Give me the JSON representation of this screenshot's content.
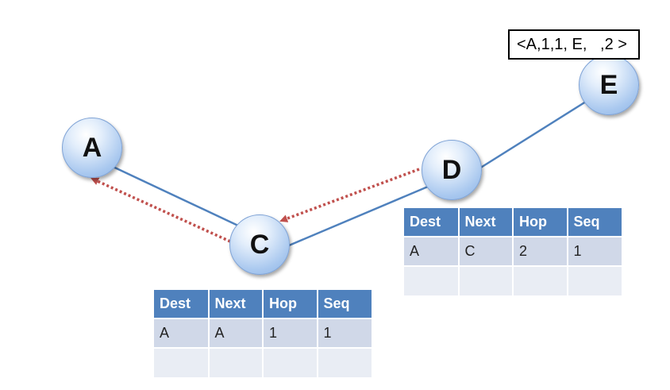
{
  "nodes": {
    "a": {
      "label": "A"
    },
    "c": {
      "label": "C"
    },
    "d": {
      "label": "D"
    },
    "e": {
      "label": "E"
    }
  },
  "message": {
    "text": "<A,1,1, E,   ,2 >"
  },
  "route_tables": {
    "c": {
      "headers": [
        "Dest",
        "Next",
        "Hop",
        "Seq"
      ],
      "rows": [
        [
          "A",
          "A",
          "1",
          "1"
        ],
        [
          "",
          "",
          "",
          ""
        ]
      ]
    },
    "d": {
      "headers": [
        "Dest",
        "Next",
        "Hop",
        "Seq"
      ],
      "rows": [
        [
          "A",
          "C",
          "2",
          "1"
        ],
        [
          "",
          "",
          "",
          ""
        ]
      ]
    }
  },
  "colors": {
    "link": "#4f81bd",
    "reply_path": "#c0504d",
    "table_header": "#4f81bd"
  }
}
